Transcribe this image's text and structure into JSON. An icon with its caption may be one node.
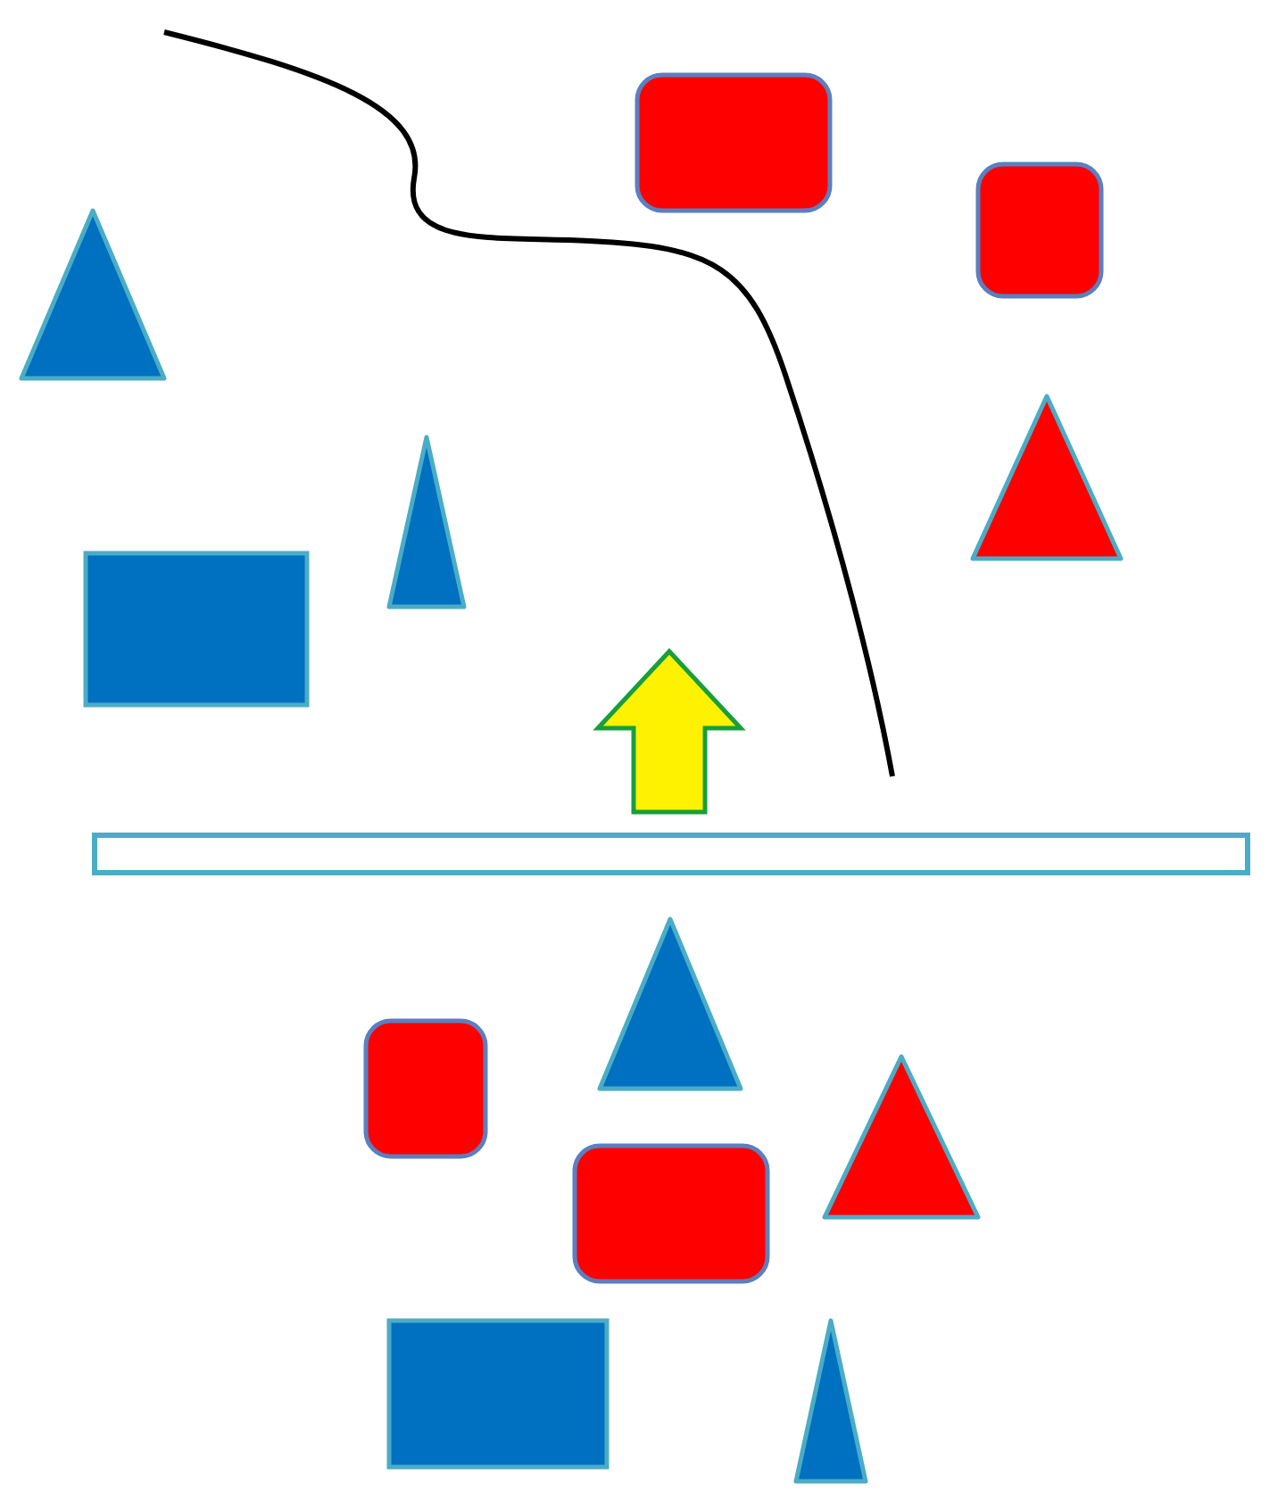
{
  "diagram": {
    "nodes": [
      {
        "text": [],
        "shape": "box"
      },
      {
        "text": [],
        "shape": "box"
      },
      {
        "text": [],
        "shape": "triangle"
      },
      {
        "text": [],
        "shape": "triangle"
      },
      {
        "text": [],
        "shape": "triangle"
      },
      {
        "text": [],
        "shape": "box"
      },
      {
        "text": [],
        "shape": "bar"
      },
      {
        "text": [],
        "shape": "triangle"
      },
      {
        "text": [],
        "shape": "box"
      },
      {
        "text": [],
        "shape": "triangle"
      },
      {
        "text": [],
        "shape": "box"
      },
      {
        "text": [],
        "shape": "box"
      },
      {
        "text": [],
        "shape": "triangle"
      }
    ]
  }
}
